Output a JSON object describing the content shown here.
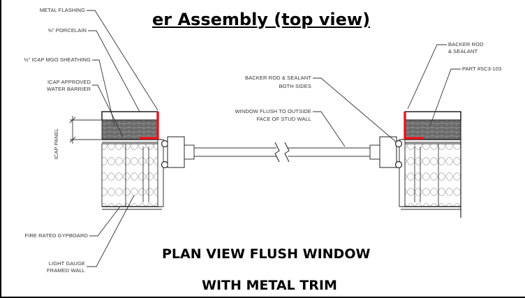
{
  "title": "er Assembly (top view)",
  "caption": {
    "line1": "PLAN VIEW FLUSH WINDOW",
    "line2": "WITH METAL TRIM"
  },
  "labels_left": {
    "metal_flashing": "METAL FLASHING",
    "porcelain": "⅜\" PORCELAIN",
    "sheathing": "½\" ICAP MgO SHEATHING",
    "water_barrier_1": "ICAP APPROVED",
    "water_barrier_2": "WATER BARRIER",
    "icap_panel": "ICAP PANEL",
    "gypboard": "FIRE RATED GYPBOARD",
    "framed_wall_1": "LIGHT GAUGE",
    "framed_wall_2": "FRAMED WALL"
  },
  "labels_center": {
    "backer_both_1": "BACKER ROD & SEALANT",
    "backer_both_2": "BOTH SIDES",
    "window_flush_1": "WINDOW FLUSH TO OUTSIDE",
    "window_flush_2": "FACE OF STUD WALL"
  },
  "labels_right": {
    "backer_1": "BACKER ROD",
    "backer_2": "& SEALANT",
    "part": "PART #SC3-103"
  },
  "colors": {
    "trim": "#e8141c",
    "line": "#222222",
    "hatch": "#555555"
  }
}
